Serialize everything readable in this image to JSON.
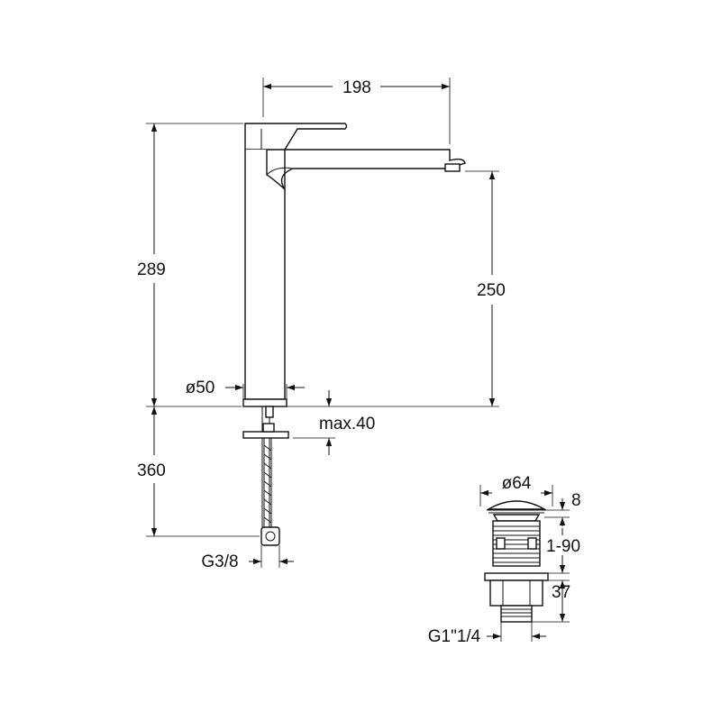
{
  "faucet": {
    "dimensions": {
      "spout_reach": "198",
      "total_height": "289",
      "spout_height": "250",
      "body_diameter": "ø50",
      "max_deck_thickness": "max.40",
      "hose_length": "360",
      "hose_connection": "G3/8"
    }
  },
  "waste": {
    "dimensions": {
      "plug_diameter": "ø64",
      "plug_height": "8",
      "adjust_range": "1-90",
      "body_height": "37",
      "thread": "G1\"1/4"
    }
  }
}
